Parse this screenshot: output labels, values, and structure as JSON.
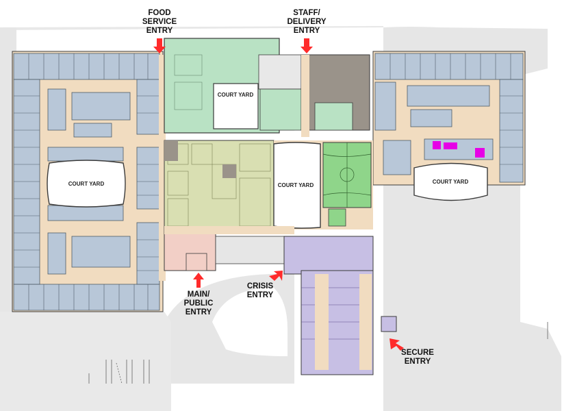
{
  "entries": {
    "food_service": "FOOD\nSERVICE\nENTRY",
    "staff_delivery": "STAFF/\nDELIVERY\nENTRY",
    "main_public": "MAIN/\nPUBLIC\nENTRY",
    "crisis": "CRISIS\nENTRY",
    "secure": "SECURE\nENTRY"
  },
  "courtyards": {
    "west": "COURT YARD",
    "north": "COURT YARD",
    "center": "COURT YARD",
    "east": "COURT YARD"
  },
  "colors": {
    "residential_blue": "#b8c7d8",
    "circulation_tan": "#f1dcc0",
    "dining_green": "#b9e2c4",
    "admin_olive": "#d9dfb2",
    "gym_green": "#8fd58a",
    "service_gray": "#9a938a",
    "public_pink": "#f2cfc6",
    "secure_purple": "#c7bfe4",
    "accent_magenta": "#e600e6",
    "arrow_red": "#ff2b2b",
    "site_gray": "#e6e6e6"
  }
}
